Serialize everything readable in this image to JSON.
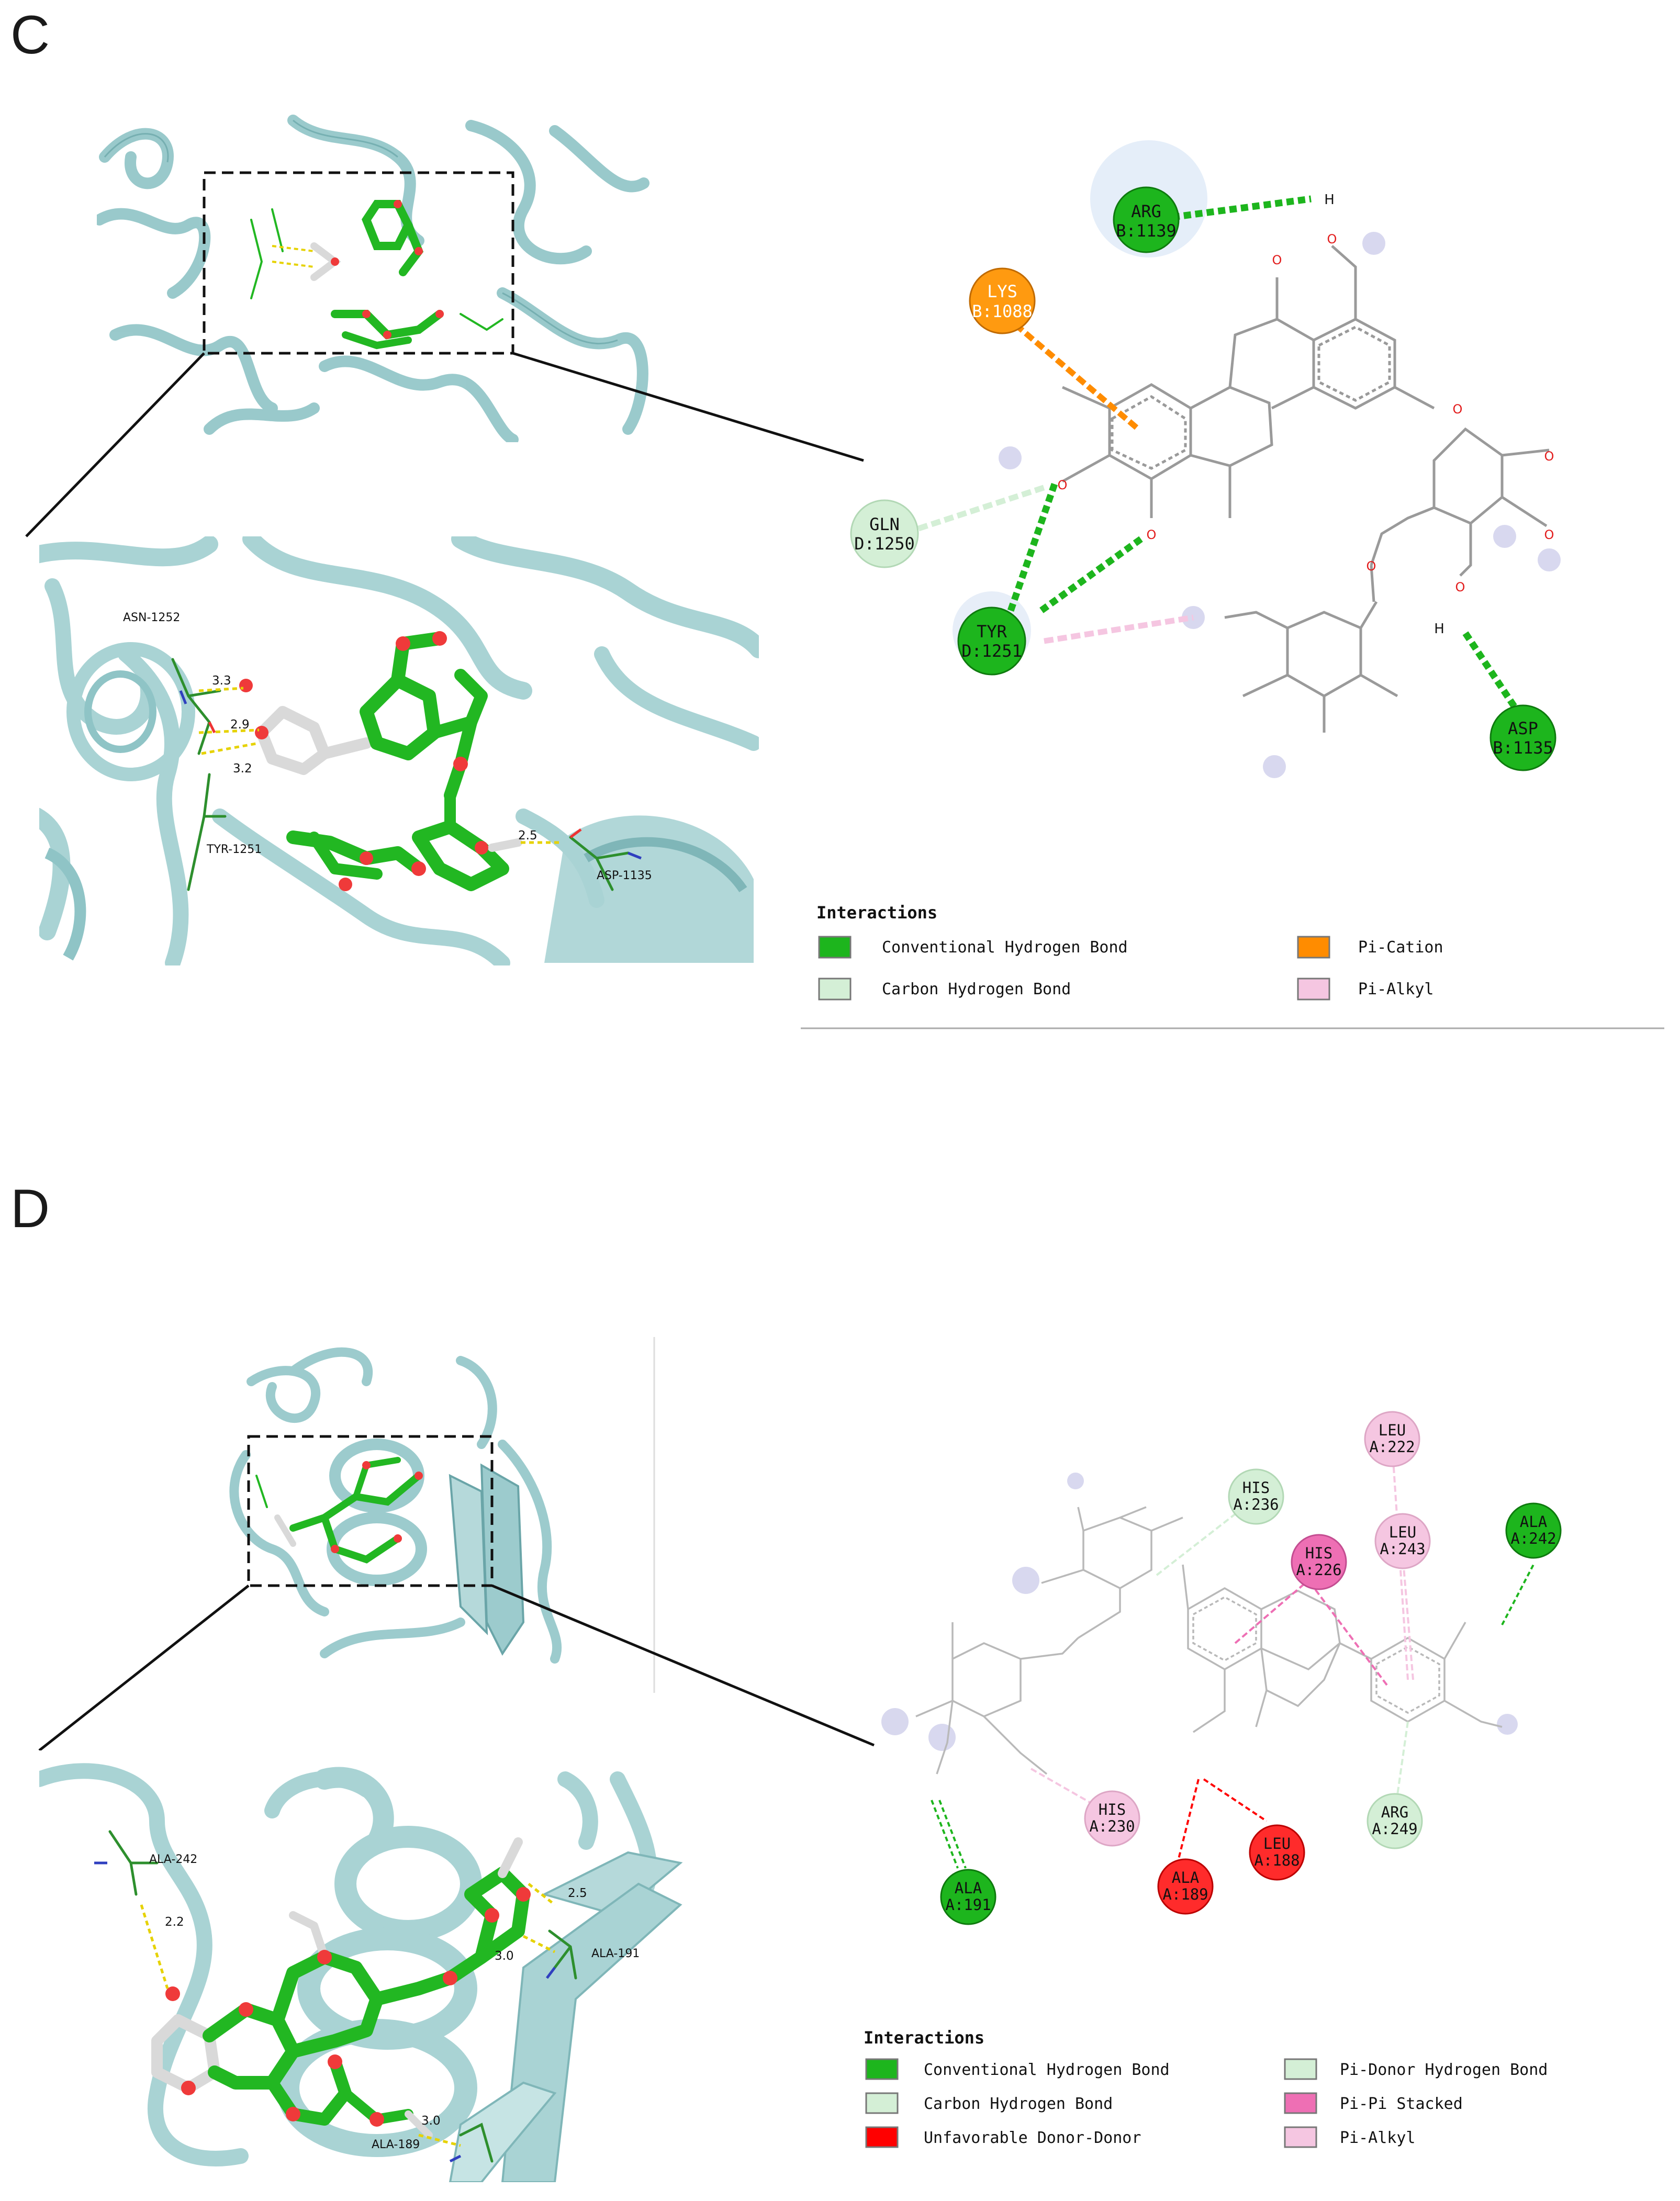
{
  "panels": {
    "c": {
      "letter": "C",
      "residues_3d": [
        "ASN-1252",
        "TYR-1251",
        "ASP-1135"
      ],
      "distances": [
        "3.3",
        "2.9",
        "3.2",
        "2.5"
      ],
      "nodes": [
        {
          "name": "ARG",
          "id": "B:1139"
        },
        {
          "name": "LYS",
          "id": "B:1088"
        },
        {
          "name": "GLN",
          "id": "D:1250"
        },
        {
          "name": "TYR",
          "id": "D:1251"
        },
        {
          "name": "ASP",
          "id": "B:1135"
        }
      ],
      "atoms": {
        "o": "O",
        "h": "H"
      },
      "legend": {
        "title": "Interactions",
        "items": [
          {
            "label": "Conventional Hydrogen Bond",
            "color": "#1db51d"
          },
          {
            "label": "Pi-Cation",
            "color": "#ff8c00"
          },
          {
            "label": "Carbon Hydrogen Bond",
            "color": "#d4efd6"
          },
          {
            "label": "Pi-Alkyl",
            "color": "#f5c6e1"
          }
        ]
      }
    },
    "d": {
      "letter": "D",
      "residues_3d": [
        "ALA-242",
        "ALA-191",
        "ALA-189"
      ],
      "distances": [
        "2.2",
        "2.5",
        "3.0",
        "3.0"
      ],
      "nodes": [
        {
          "name": "HIS",
          "id": "A:236"
        },
        {
          "name": "LEU",
          "id": "A:222"
        },
        {
          "name": "ALA",
          "id": "A:242"
        },
        {
          "name": "HIS",
          "id": "A:226"
        },
        {
          "name": "LEU",
          "id": "A:243"
        },
        {
          "name": "HIS",
          "id": "A:230"
        },
        {
          "name": "ARG",
          "id": "A:249"
        },
        {
          "name": "ALA",
          "id": "A:191"
        },
        {
          "name": "ALA",
          "id": "A:189"
        },
        {
          "name": "LEU",
          "id": "A:188"
        }
      ],
      "legend": {
        "title": "Interactions",
        "items": [
          {
            "label": "Conventional Hydrogen Bond",
            "color": "#1db51d"
          },
          {
            "label": "Pi-Donor Hydrogen Bond",
            "color": "#d4efd6"
          },
          {
            "label": "Carbon Hydrogen Bond",
            "color": "#d4efd6"
          },
          {
            "label": "Pi-Pi Stacked",
            "color": "#ee6fb4"
          },
          {
            "label": "Unfavorable Donor-Donor",
            "color": "#ff0000"
          },
          {
            "label": "Pi-Alkyl",
            "color": "#f5c6e1"
          }
        ]
      }
    }
  }
}
